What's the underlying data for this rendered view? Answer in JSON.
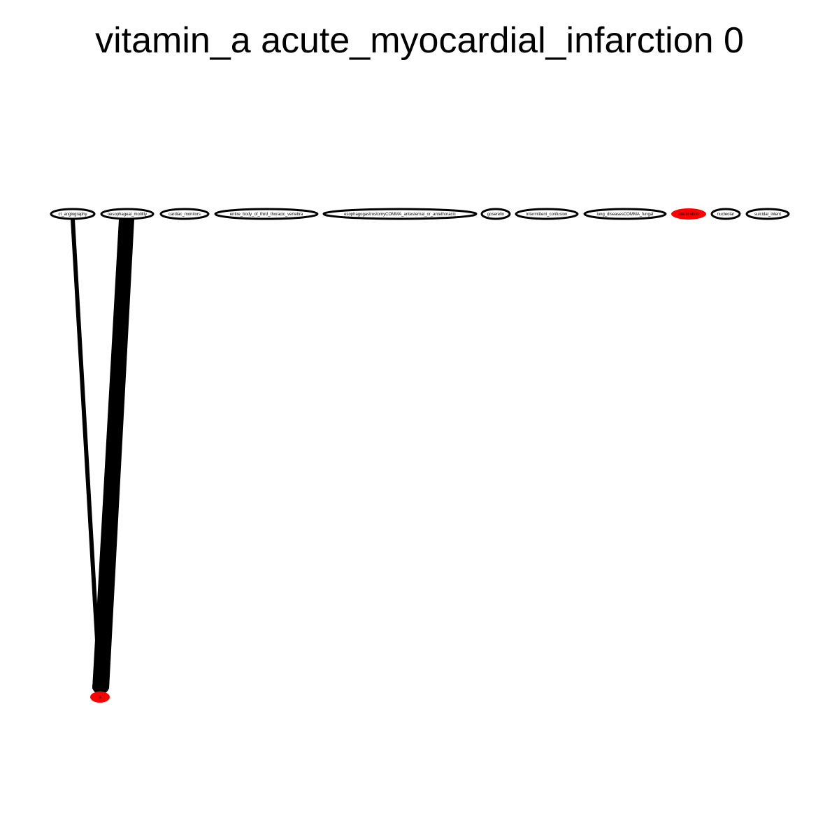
{
  "title": "vitamin_a acute_myocardial_infarction 0",
  "nodes": [
    {
      "id": "ct_angiography",
      "label": "ct_angiography",
      "fill": "#ffffff"
    },
    {
      "id": "oesophageal_motility",
      "label": "oesophageal_motility",
      "fill": "#ffffff"
    },
    {
      "id": "cardiac_monitors",
      "label": "cardiac_monitors",
      "fill": "#ffffff"
    },
    {
      "id": "entire_body_of_third_thoracic_vertebra",
      "label": "entire_body_of_third_thoracic_vertebra",
      "fill": "#ffffff"
    },
    {
      "id": "esophagogastrostomy",
      "label": "esophagogastrostomyCOMMA_antesternal_or_antethoracic",
      "fill": "#ffffff"
    },
    {
      "id": "goserelin",
      "label": "goserelin",
      "fill": "#ffffff"
    },
    {
      "id": "intermittent_confusion",
      "label": "intermittent_confusion",
      "fill": "#ffffff"
    },
    {
      "id": "lung_diseases_fungal",
      "label": "lung_diseasesCOMMA_fungal",
      "fill": "#ffffff"
    },
    {
      "id": "medication",
      "label": "medication",
      "fill": "#ff0000"
    },
    {
      "id": "nucleolar",
      "label": "nucleolar",
      "fill": "#ffffff"
    },
    {
      "id": "suicidal_intent",
      "label": "suicidal_intent",
      "fill": "#ffffff"
    },
    {
      "id": "bottom_node",
      "label": "ai",
      "fill": "#ff0000"
    }
  ],
  "edges": [
    {
      "from": "ct_angiography",
      "to": "bottom_node",
      "weight": "thin"
    },
    {
      "from": "oesophageal_motility",
      "to": "bottom_node",
      "weight": "heavy"
    }
  ],
  "colors": {
    "highlight": "#ff0000",
    "edge": "#000000"
  }
}
